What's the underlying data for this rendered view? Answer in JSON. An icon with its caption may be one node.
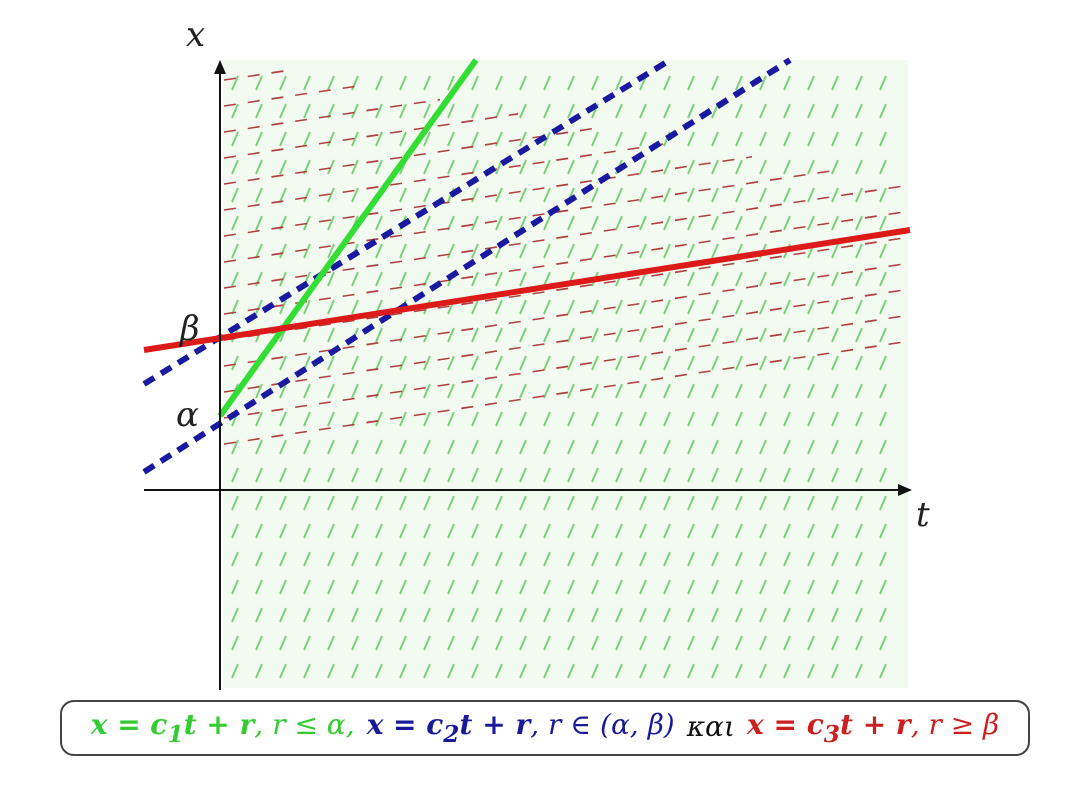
{
  "diagram": {
    "labels": [
      "x",
      "t",
      "α",
      "β",
      "**x = c**$_{1}$**t + r**, *r* ≤ α,",
      "**x = c**$_{2}$**t + r**, *r* ∈ (α, β)",
      "και",
      "**x = c**$_{3}$**t + r**, *r* ≥ β"
    ]
  }
}
